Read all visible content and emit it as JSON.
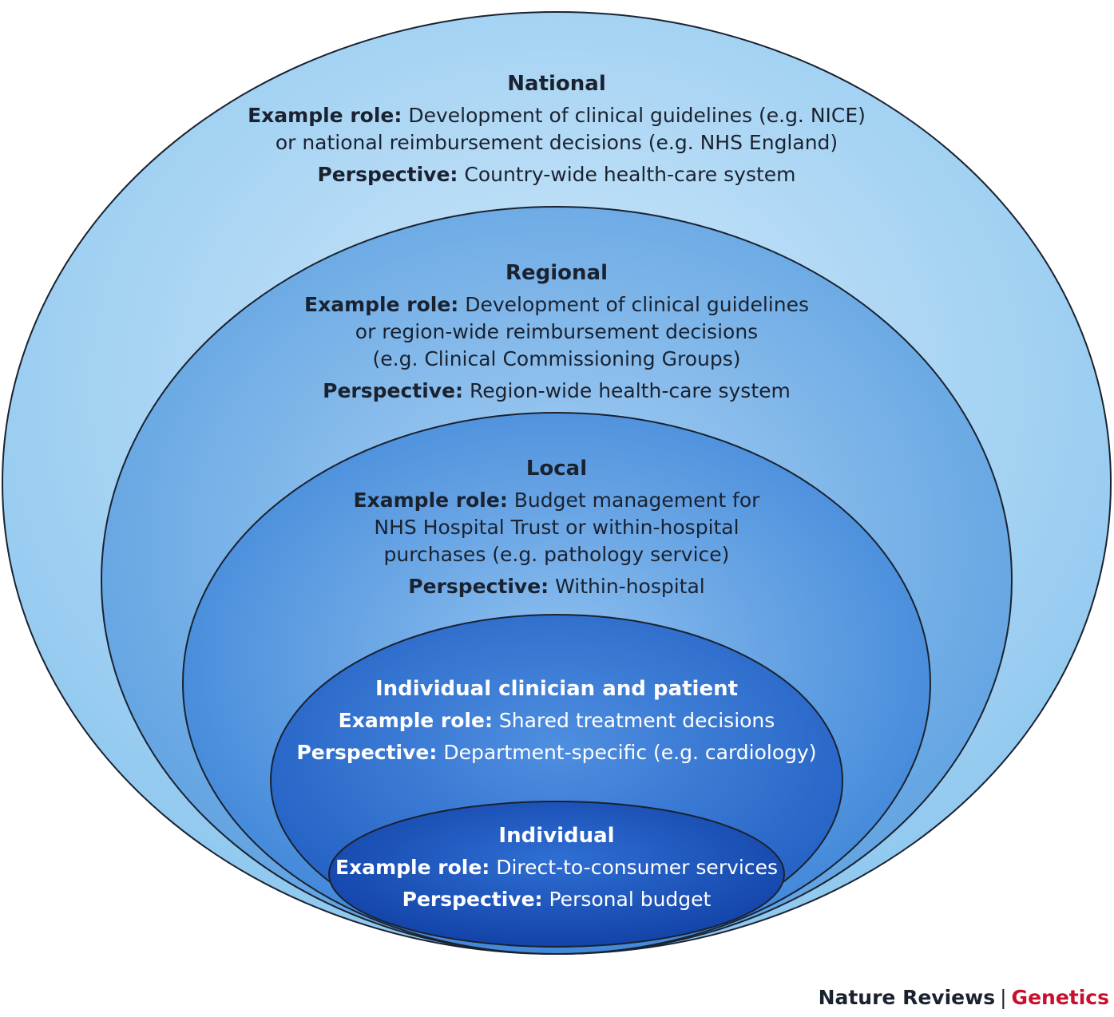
{
  "levels": {
    "national": {
      "title": "National",
      "role_label": "Example role:",
      "role_line1": " Development of clinical guidelines (e.g. NICE)",
      "role_line2": "or national reimbursement decisions (e.g. NHS England)",
      "perspective_label": "Perspective:",
      "perspective": " Country-wide health-care system"
    },
    "regional": {
      "title": "Regional",
      "role_label": "Example role:",
      "role_line1": " Development of clinical guidelines",
      "role_line2": "or region-wide reimbursement decisions",
      "role_line3": "(e.g. Clinical Commissioning Groups)",
      "perspective_label": "Perspective:",
      "perspective": " Region-wide health-care system"
    },
    "local": {
      "title": "Local",
      "role_label": "Example role:",
      "role_line1": " Budget management for",
      "role_line2": "NHS Hospital Trust or within-hospital",
      "role_line3": "purchases (e.g. pathology service)",
      "perspective_label": "Perspective:",
      "perspective": " Within-hospital"
    },
    "clinician": {
      "title": "Individual clinician and patient",
      "role_label": "Example role:",
      "role_line1": " Shared treatment decisions",
      "perspective_label": "Perspective:",
      "perspective": " Department-specific (e.g. cardiology)"
    },
    "individual": {
      "title": "Individual",
      "role_label": "Example role:",
      "role_line1": " Direct-to-consumer services",
      "perspective_label": "Perspective:",
      "perspective": " Personal budget"
    }
  },
  "footer": {
    "journal": "Nature Reviews",
    "separator": "|",
    "subject": "Genetics"
  },
  "colors": {
    "national_fill": "#9fd0f2",
    "regional_fill": "#6aa8e4",
    "local_fill": "#4b8fdc",
    "clinician_fill": "#2f72d0",
    "individual_fill": "#1b55bb",
    "outline": "#1a2230",
    "accent_red": "#c8102e"
  }
}
